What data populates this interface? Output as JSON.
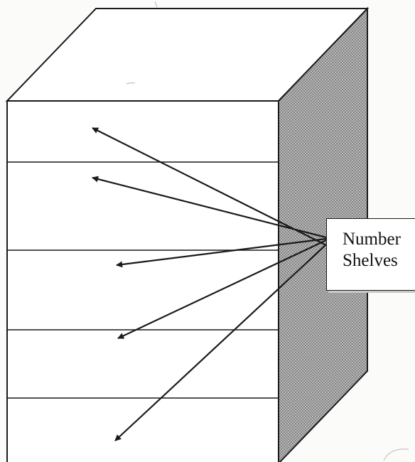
{
  "label": {
    "line1": "Number",
    "line2": "Shelves"
  },
  "colors": {
    "line": "#1a1a1a",
    "side_fill": "#b5b5b5",
    "background": "#fbfbfa"
  },
  "shelf_count": 5
}
